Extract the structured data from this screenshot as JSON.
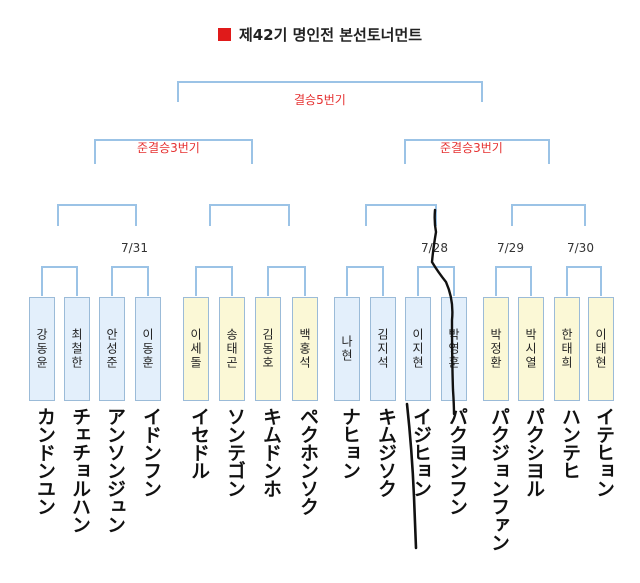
{
  "title": "제42기 명인전 본선토너먼트",
  "stages": {
    "final": "결승5번기",
    "semi_left": "준결승3번기",
    "semi_right": "준결승3번기"
  },
  "dates": [
    "7/31",
    "7/28",
    "7/29",
    "7/30"
  ],
  "players": [
    {
      "name": "강동윤",
      "kana": "カンドンユン"
    },
    {
      "name": "최철한",
      "kana": "チェチョルハン"
    },
    {
      "name": "안성준",
      "kana": "アンソンジュン"
    },
    {
      "name": "이동훈",
      "kana": "イドンフン"
    },
    {
      "name": "이세돌",
      "kana": "イセドル"
    },
    {
      "name": "송태곤",
      "kana": "ソンテゴン"
    },
    {
      "name": "김동호",
      "kana": "キムドンホ"
    },
    {
      "name": "백홍석",
      "kana": "ペクホンソク"
    },
    {
      "name": "나현",
      "kana": "ナヒョン"
    },
    {
      "name": "김지석",
      "kana": "キムジソク"
    },
    {
      "name": "이지현",
      "kana": "イジヒョン"
    },
    {
      "name": "박영훈",
      "kana": "パクヨンフン"
    },
    {
      "name": "박정환",
      "kana": "パクジョンファン"
    },
    {
      "name": "박시열",
      "kana": "パクシヨル"
    },
    {
      "name": "한태희",
      "kana": "ハンテヒ"
    },
    {
      "name": "이태현",
      "kana": "イテヒョン"
    }
  ],
  "colors": {
    "bracket_line": "#9bc3e6",
    "stage_label": "#e53030",
    "title_square": "#e01a1a"
  }
}
